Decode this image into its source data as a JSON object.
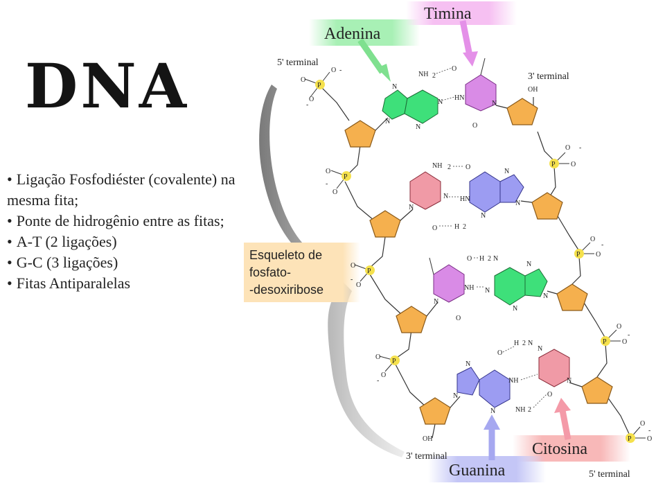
{
  "title": "DNA",
  "bullets": [
    "Ligação Fosfodiéster (covalente) na mesma fita;",
    "Ponte de hidrogênio entre as fitas;",
    "A-T (2 ligações)",
    "G-C (3 ligações)",
    "Fitas Antiparalelas"
  ],
  "diagram": {
    "labels": {
      "timina": "Timina",
      "adenina": "Adenina",
      "citosina": "Citosina",
      "guanina": "Guanina",
      "backbone_line1": "Esqueleto de",
      "backbone_line2": "fosfato-",
      "backbone_line3": "-desoxiribose"
    },
    "terminals": {
      "top_left": "5' terminal",
      "top_right": "3' terminal",
      "bottom_left": "3' terminal",
      "bottom_right": "5' terminal"
    },
    "colors": {
      "adenine": "#3ee07a",
      "thymine": "#d98be6",
      "guanine": "#9c9cf2",
      "cytosine": "#f09aa6",
      "sugar": "#f5b04e",
      "phosphate": "#f5e14d"
    }
  }
}
